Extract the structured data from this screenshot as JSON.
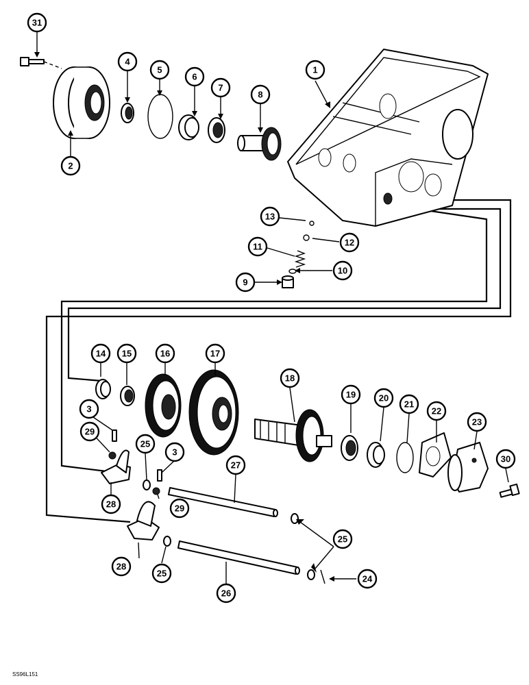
{
  "callouts": [
    "31",
    "2",
    "4",
    "5",
    "6",
    "7",
    "8",
    "1",
    "13",
    "12",
    "11",
    "10",
    "9",
    "14",
    "15",
    "16",
    "17",
    "18",
    "19",
    "20",
    "21",
    "22",
    "23",
    "30",
    "3",
    "29",
    "25",
    "3",
    "27",
    "28",
    "29",
    "28",
    "25",
    "25",
    "26",
    "24"
  ],
  "footer_code": "SS96L151"
}
